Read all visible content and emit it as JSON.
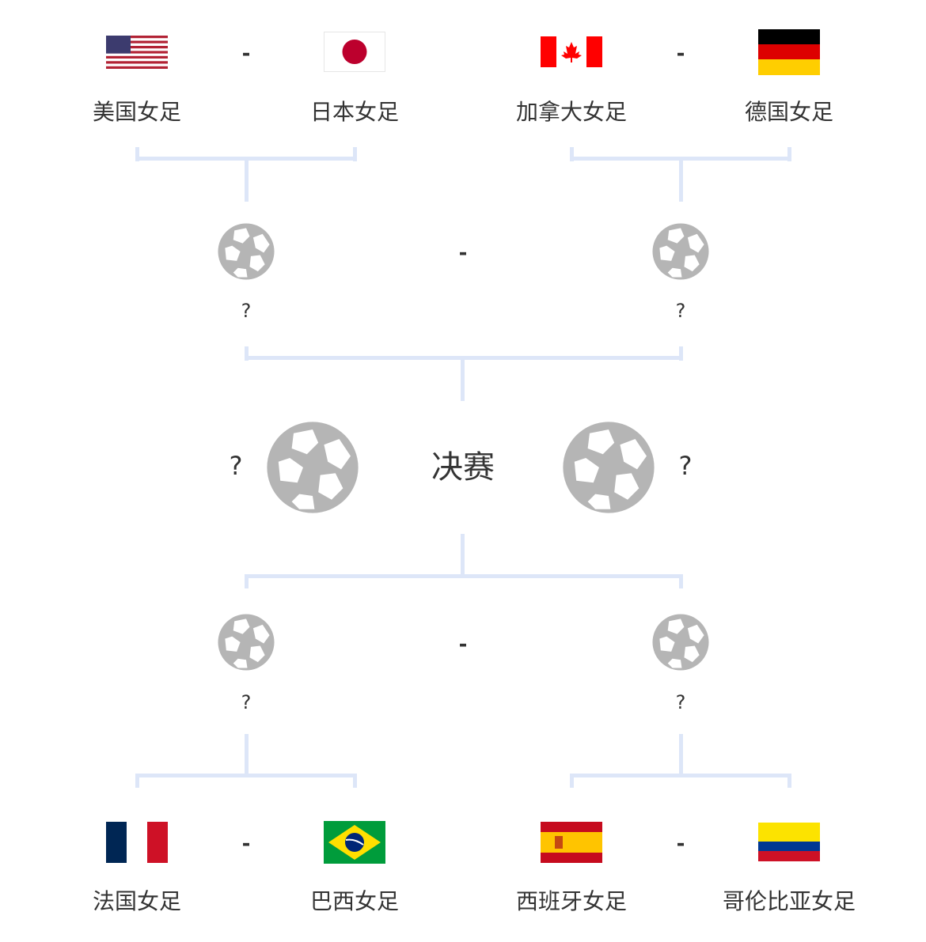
{
  "top_matches": [
    {
      "home": "美国女足",
      "away": "日本女足",
      "separator": "-",
      "home_flag": "us",
      "away_flag": "jp"
    },
    {
      "home": "加拿大女足",
      "away": "德国女足",
      "separator": "-",
      "home_flag": "ca",
      "away_flag": "de"
    }
  ],
  "bottom_matches": [
    {
      "home": "法国女足",
      "away": "巴西女足",
      "separator": "-",
      "home_flag": "fr",
      "away_flag": "br"
    },
    {
      "home": "西班牙女足",
      "away": "哥伦比亚女足",
      "separator": "-",
      "home_flag": "es",
      "away_flag": "co"
    }
  ],
  "semi_top": {
    "left": "?",
    "right": "?",
    "separator": "-"
  },
  "semi_bottom": {
    "left": "?",
    "right": "?",
    "separator": "-"
  },
  "final": {
    "label": "决赛",
    "left": "?",
    "right": "?"
  },
  "colors": {
    "connector": "#dde6f8",
    "ball": "#b5b5b5"
  }
}
